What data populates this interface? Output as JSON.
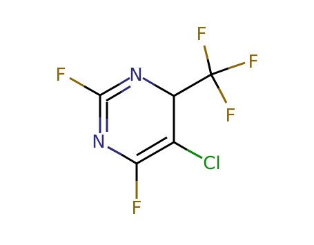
{
  "molecule": {
    "atoms": [
      {
        "id": "n1",
        "label": "N",
        "element": "N"
      },
      {
        "id": "n2",
        "label": "N",
        "element": "N"
      },
      {
        "id": "f_c2",
        "label": "F",
        "element": "F"
      },
      {
        "id": "f_c6",
        "label": "F",
        "element": "F"
      },
      {
        "id": "cl_c5",
        "label": "Cl",
        "element": "Cl"
      },
      {
        "id": "f_cf3_top",
        "label": "F",
        "element": "F"
      },
      {
        "id": "f_cf3_right",
        "label": "F",
        "element": "F"
      },
      {
        "id": "f_cf3_bottom",
        "label": "F",
        "element": "F"
      }
    ]
  },
  "colors": {
    "carbon_bond": "#000000",
    "nitrogen": "#2e2a7a",
    "fluorine": "#8b6508",
    "chlorine": "#0a8a0a",
    "background": "#ffffff"
  }
}
